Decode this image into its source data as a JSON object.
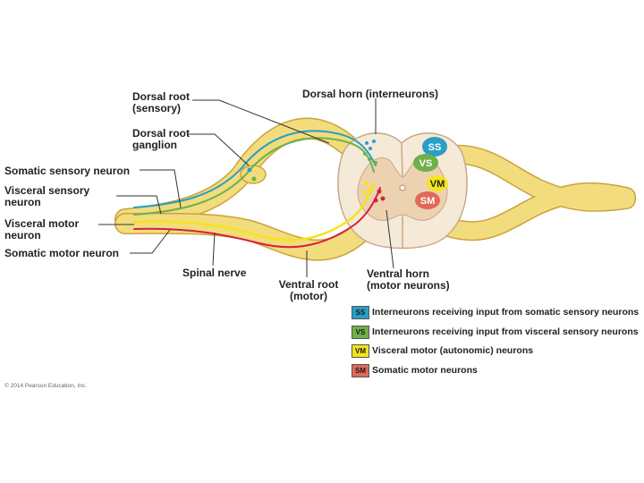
{
  "labels": {
    "dorsal_root": [
      "Dorsal root",
      "(sensory)"
    ],
    "dorsal_root_ganglion": [
      "Dorsal root",
      "ganglion"
    ],
    "dorsal_horn": "Dorsal horn (interneurons)",
    "somatic_sensory_neuron": "Somatic sensory neuron",
    "visceral_sensory_neuron": [
      "Visceral sensory",
      "neuron"
    ],
    "visceral_motor_neuron": [
      "Visceral motor",
      "neuron"
    ],
    "somatic_motor_neuron": "Somatic motor neuron",
    "spinal_nerve": "Spinal nerve",
    "ventral_root": [
      "Ventral root",
      "(motor)"
    ],
    "ventral_horn": [
      "Ventral horn",
      "(motor neurons)"
    ]
  },
  "regions": {
    "ss": "SS",
    "vs": "VS",
    "vm": "VM",
    "sm": "SM"
  },
  "legend": [
    {
      "abbr": "SS",
      "text": "Interneurons receiving input from somatic sensory neurons",
      "color": "#2a9ec4"
    },
    {
      "abbr": "VS",
      "text": "Interneurons receiving input from visceral sensory neurons",
      "color": "#6fb04a"
    },
    {
      "abbr": "VM",
      "text": "Visceral motor (autonomic) neurons",
      "color": "#f4e41c"
    },
    {
      "abbr": "SM",
      "text": "Somatic motor neurons",
      "color": "#df6a5a"
    }
  ],
  "colors": {
    "nerve": "#f2dc7e",
    "nerve_outline": "#c9a33a",
    "cord_white_matter": "#f5ead7",
    "cord_gray_matter": "#ecd2b0",
    "somatic_sensory": "#2a9ec4",
    "visceral_sensory": "#6fb04a",
    "visceral_motor": "#f4e41c",
    "somatic_motor": "#d6203a"
  },
  "copyright": "© 2014 Pearson Education, Inc."
}
